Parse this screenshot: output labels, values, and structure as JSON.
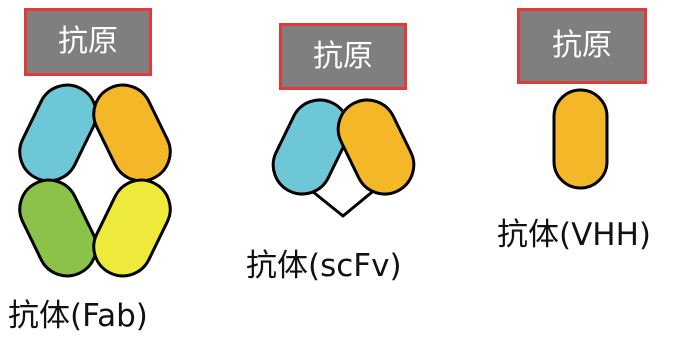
{
  "panels": {
    "fab": {
      "antigen_label": "抗原",
      "caption": "抗体(Fab)"
    },
    "scfv": {
      "antigen_label": "抗原",
      "caption": "抗体(scFv)"
    },
    "vhh": {
      "antigen_label": "抗原",
      "caption": "抗体(VHH)"
    }
  },
  "colors": {
    "antigen_fill": "#7f7f7f",
    "antigen_border": "#e03a3a",
    "heavy_variable": "#f4b728",
    "light_variable": "#6ec7d6",
    "heavy_constant": "#eeea3c",
    "light_constant": "#8bc34a",
    "outline": "#000000"
  }
}
